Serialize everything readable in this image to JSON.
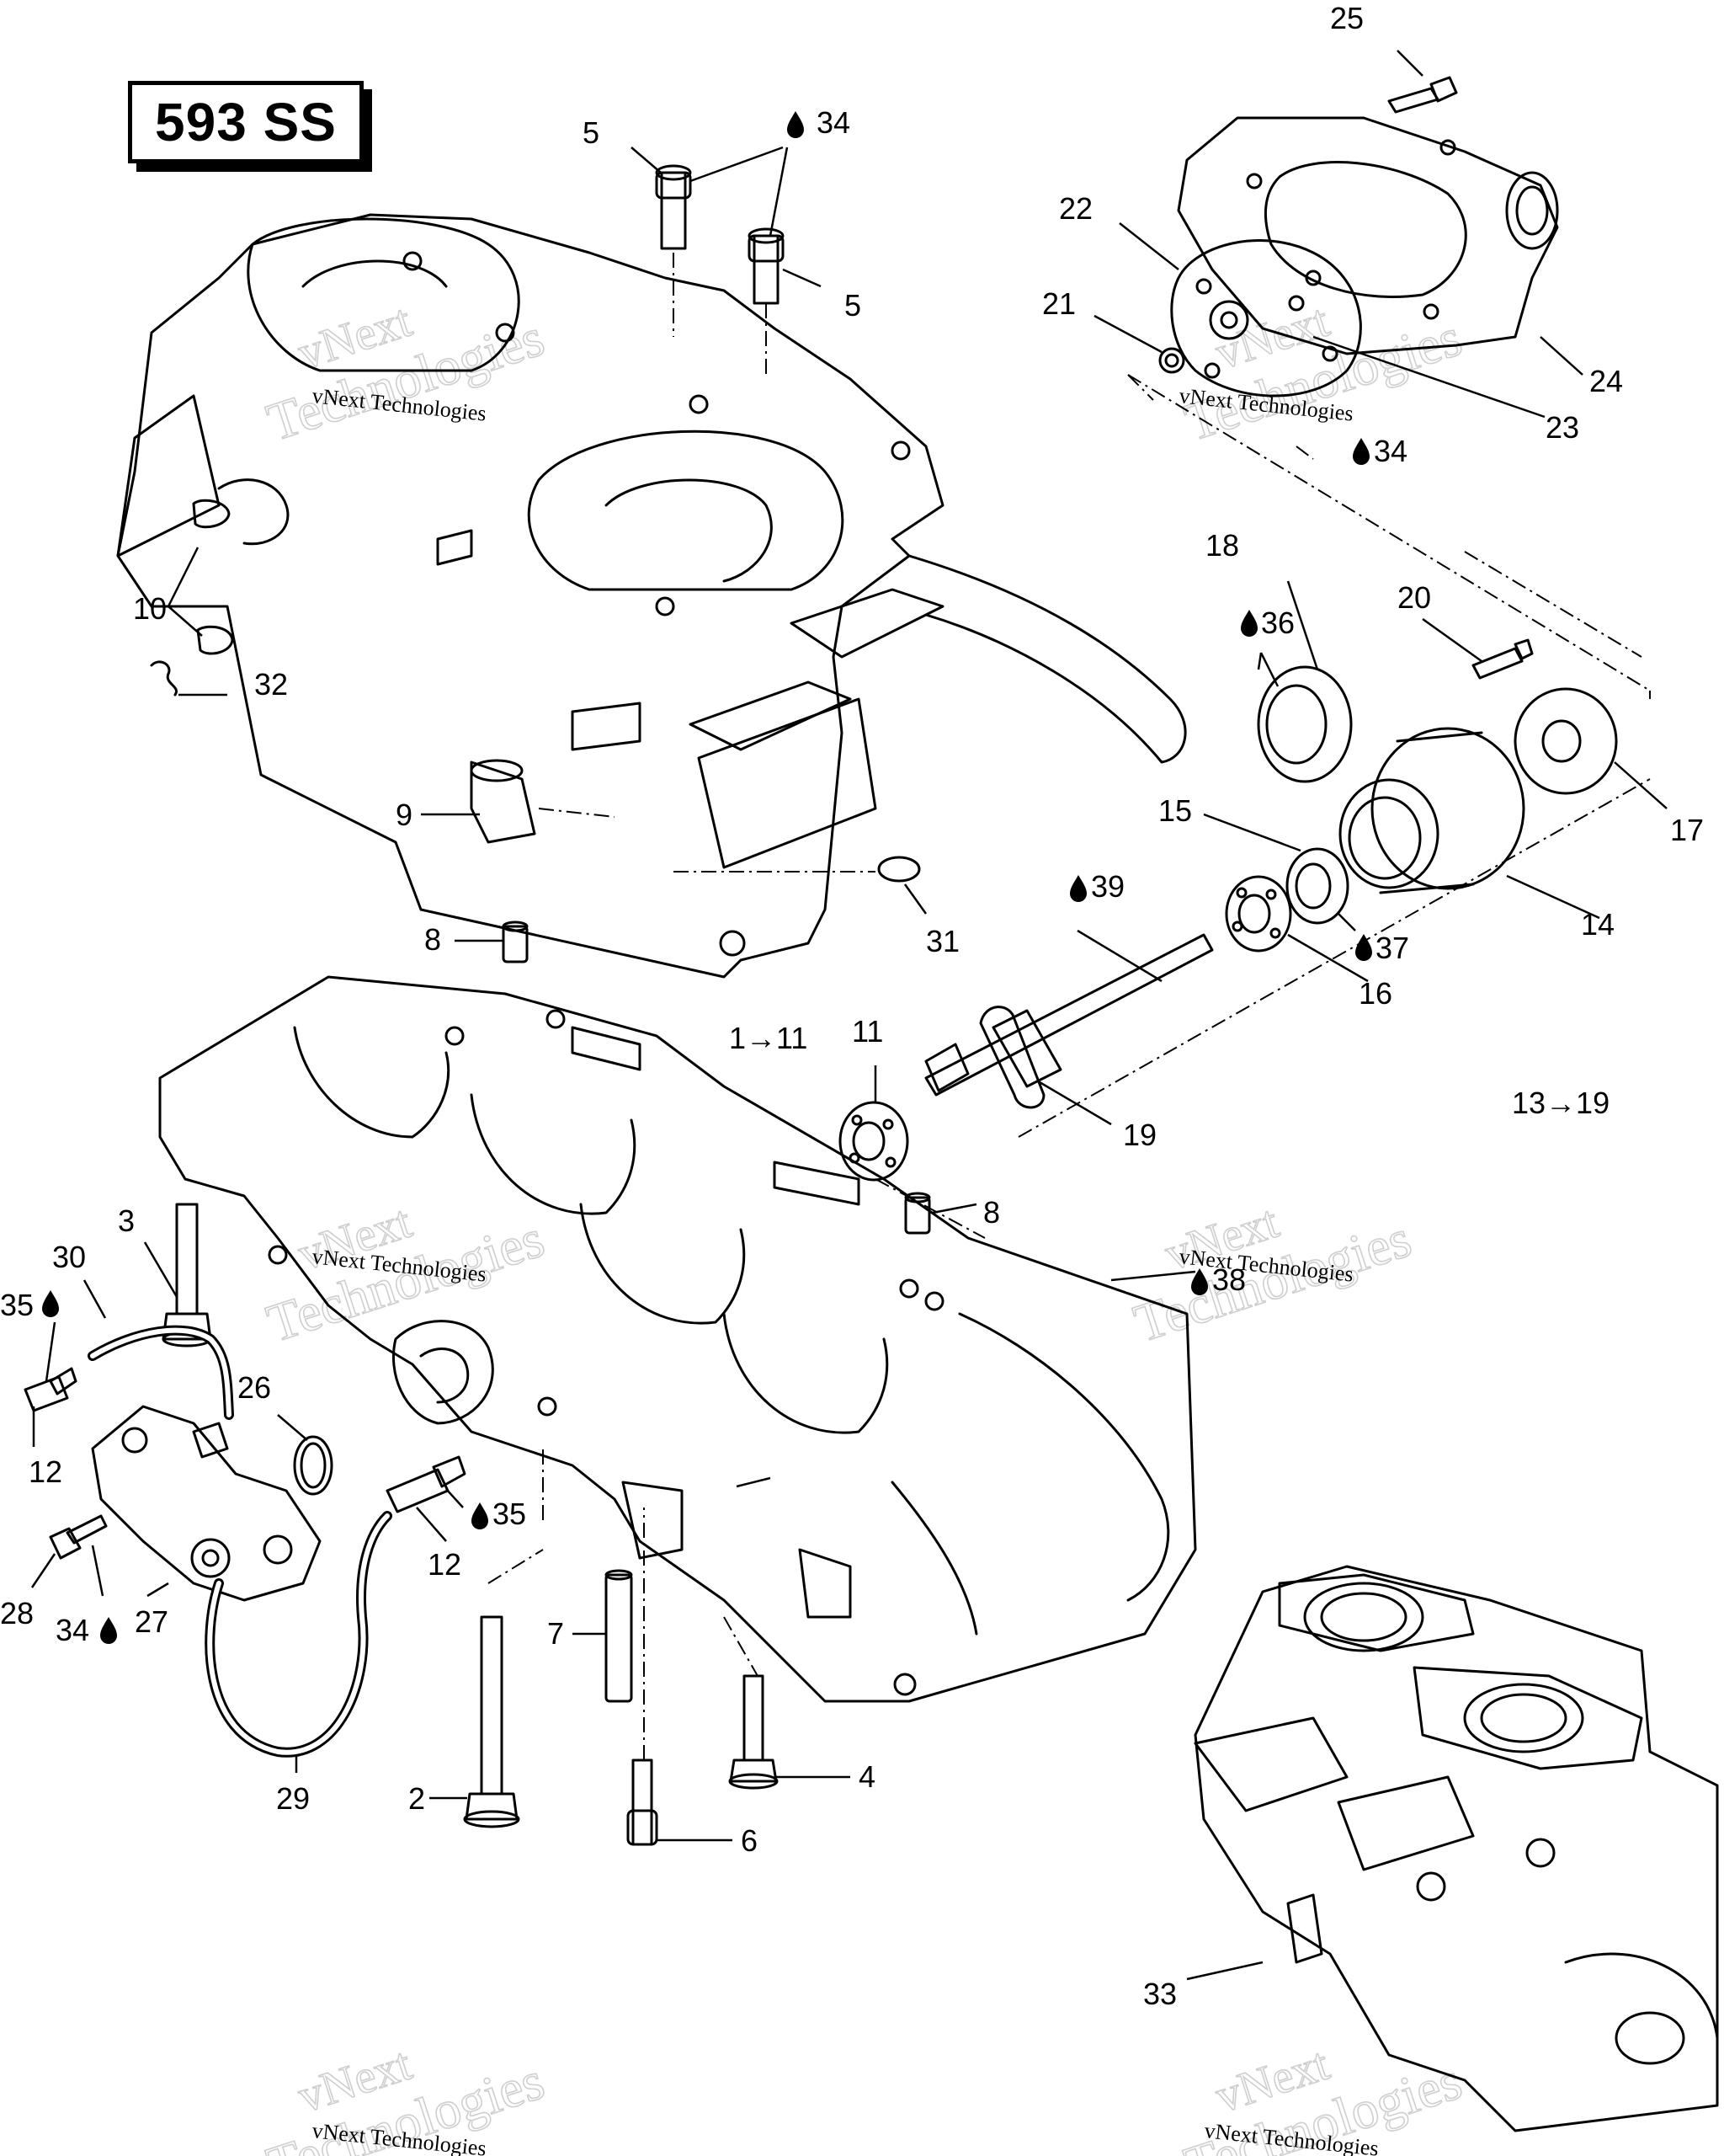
{
  "title": "593 SS",
  "callouts": [
    {
      "id": "c25",
      "text": "25"
    },
    {
      "id": "c5a",
      "text": "5"
    },
    {
      "id": "c34a",
      "text": "34"
    },
    {
      "id": "c5b",
      "text": "5"
    },
    {
      "id": "c22",
      "text": "22"
    },
    {
      "id": "c21",
      "text": "21"
    },
    {
      "id": "c24",
      "text": "24"
    },
    {
      "id": "c23",
      "text": "23"
    },
    {
      "id": "c34b",
      "text": "34"
    },
    {
      "id": "c18",
      "text": "18"
    },
    {
      "id": "c20",
      "text": "20"
    },
    {
      "id": "c36",
      "text": "36"
    },
    {
      "id": "c10",
      "text": "10"
    },
    {
      "id": "c32",
      "text": "32"
    },
    {
      "id": "c9",
      "text": "9"
    },
    {
      "id": "c15",
      "text": "15"
    },
    {
      "id": "c17",
      "text": "17"
    },
    {
      "id": "c39",
      "text": "39"
    },
    {
      "id": "c14",
      "text": "14"
    },
    {
      "id": "c31",
      "text": "31"
    },
    {
      "id": "c8a",
      "text": "8"
    },
    {
      "id": "c37",
      "text": "37"
    },
    {
      "id": "c16",
      "text": "16"
    },
    {
      "id": "c1_11",
      "text": "1→11"
    },
    {
      "id": "c11",
      "text": "11"
    },
    {
      "id": "c13_19",
      "text": "13→19"
    },
    {
      "id": "c19",
      "text": "19"
    },
    {
      "id": "c8b",
      "text": "8"
    },
    {
      "id": "c3",
      "text": "3"
    },
    {
      "id": "c30",
      "text": "30"
    },
    {
      "id": "c38",
      "text": "38"
    },
    {
      "id": "c35a",
      "text": "35"
    },
    {
      "id": "c26",
      "text": "26"
    },
    {
      "id": "c12a",
      "text": "12"
    },
    {
      "id": "c35b",
      "text": "35"
    },
    {
      "id": "c12b",
      "text": "12"
    },
    {
      "id": "c28",
      "text": "28"
    },
    {
      "id": "c34c",
      "text": "34"
    },
    {
      "id": "c27",
      "text": "27"
    },
    {
      "id": "c7",
      "text": "7"
    },
    {
      "id": "c29",
      "text": "29"
    },
    {
      "id": "c2",
      "text": "2"
    },
    {
      "id": "c4",
      "text": "4"
    },
    {
      "id": "c6",
      "text": "6"
    },
    {
      "id": "c33",
      "text": "33"
    }
  ],
  "watermarks": [
    {
      "id": "w1",
      "brand": "vNext",
      "word": "Technologies",
      "caption": "vNext Technologies"
    },
    {
      "id": "w2",
      "brand": "vNext",
      "word": "Technologies",
      "caption": "vNext Technologies"
    },
    {
      "id": "w3",
      "brand": "vNext",
      "word": "Technologies",
      "caption": "vNext Technologies"
    },
    {
      "id": "w4",
      "brand": "vNext",
      "word": "Technologies",
      "caption": "vNext Technologies"
    },
    {
      "id": "w5",
      "brand": "vNext",
      "word": "Technologies",
      "caption": "vNext Technologies"
    },
    {
      "id": "w6",
      "brand": "vNext",
      "word": "Technologies",
      "caption": "vNext Technologies"
    }
  ]
}
